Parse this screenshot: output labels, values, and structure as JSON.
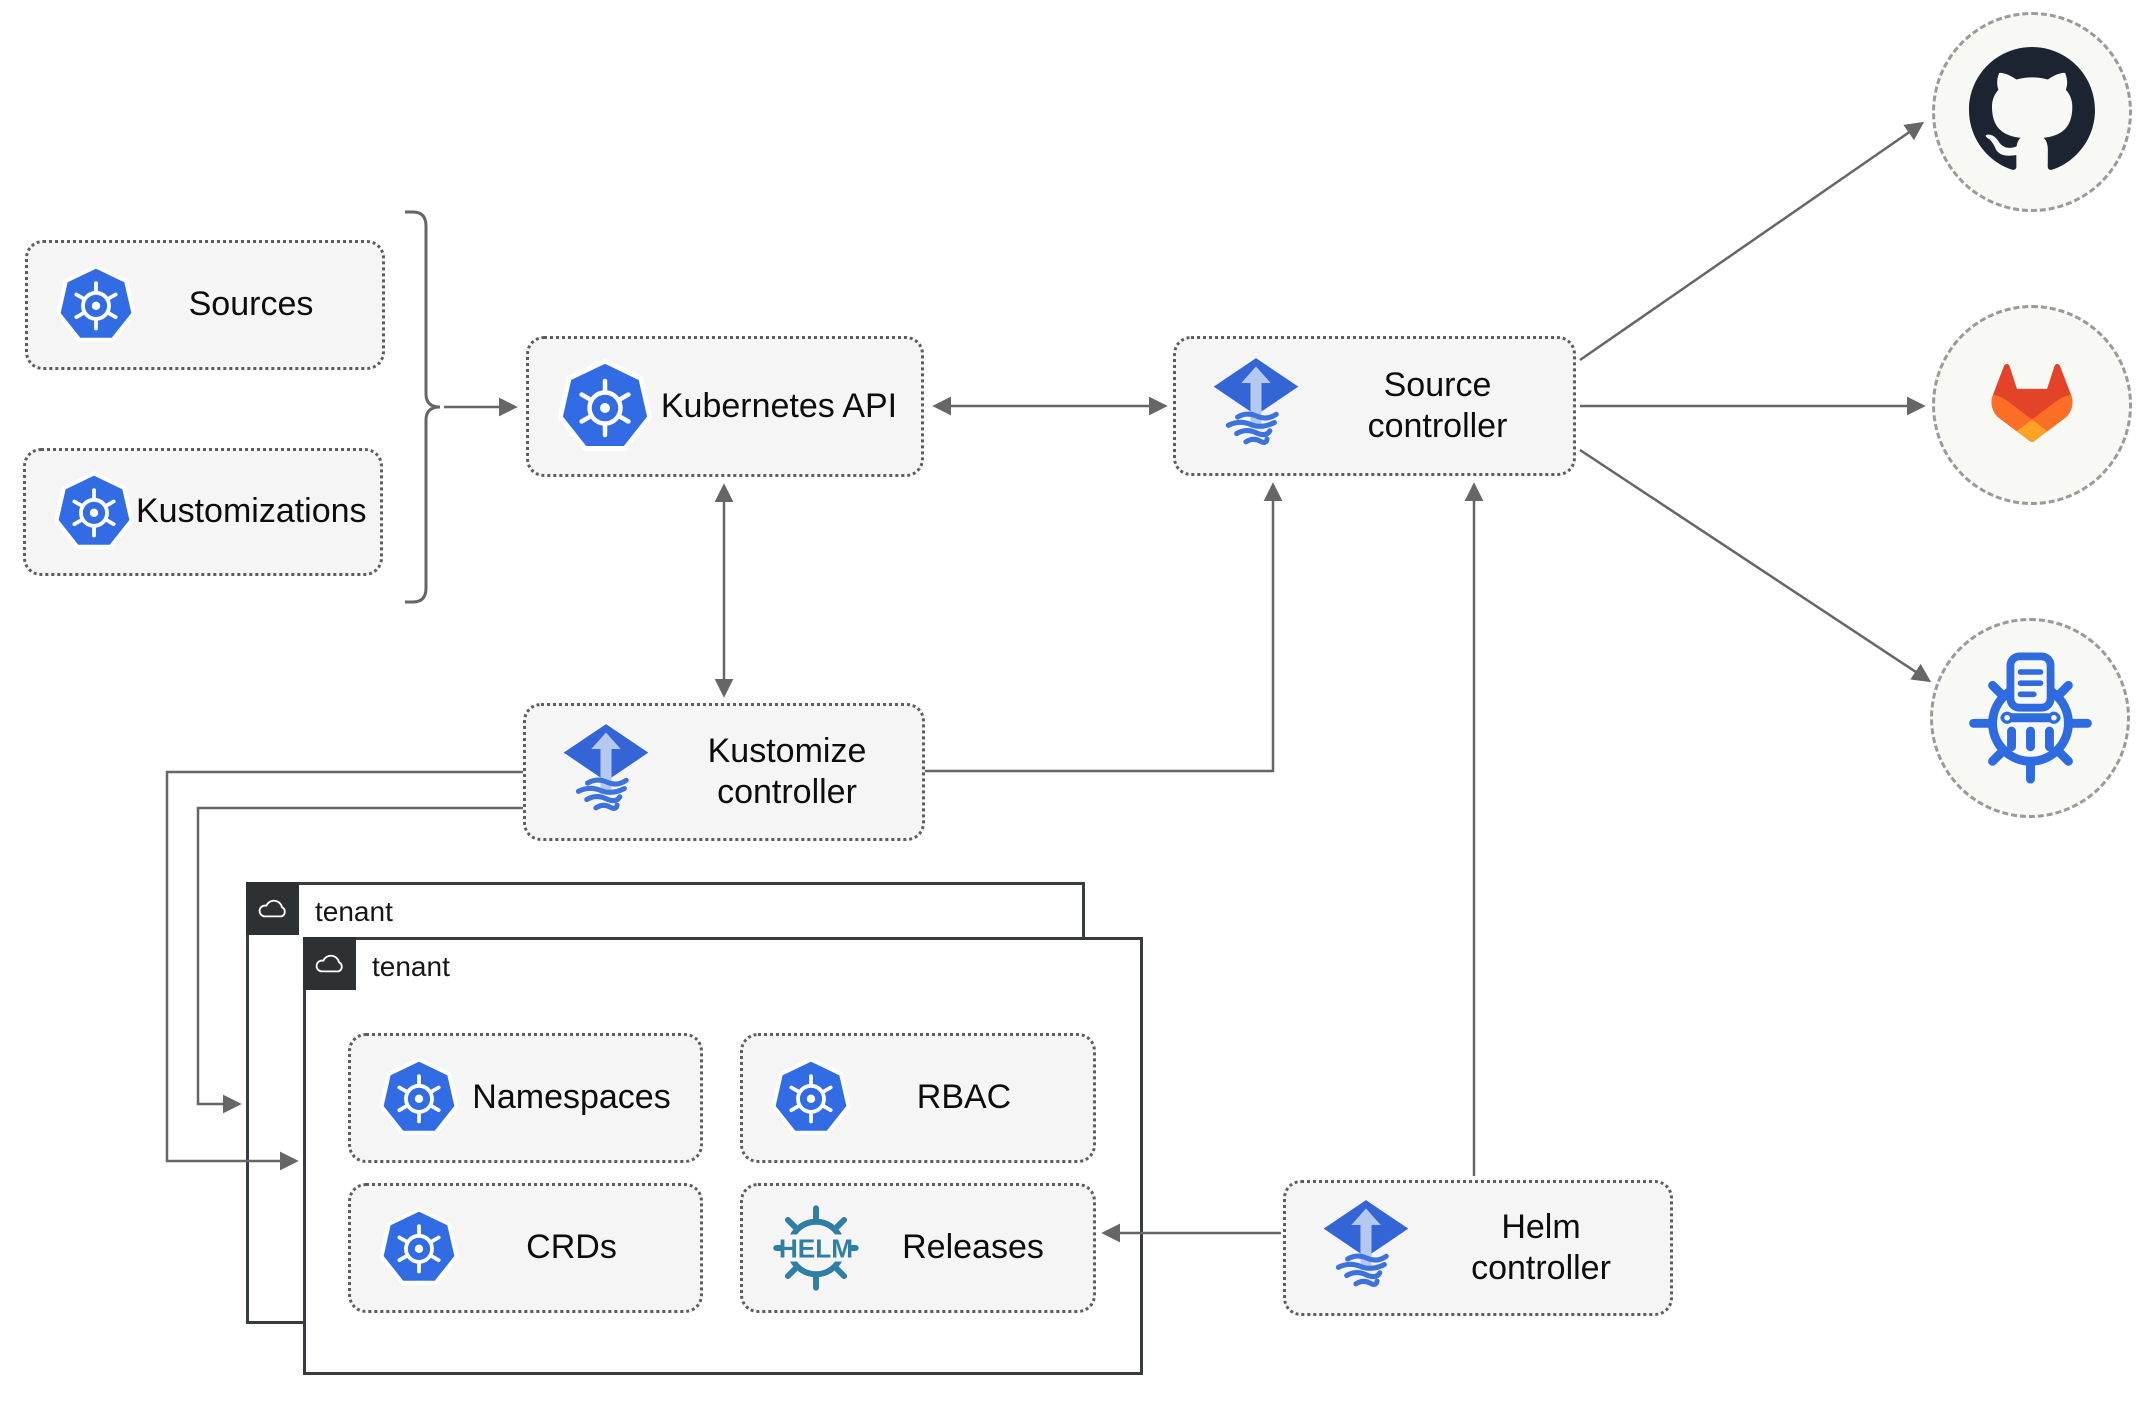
{
  "colors": {
    "kubernetes_blue": "#326ce5",
    "flux_blue": "#3365d6",
    "flux_arrow_light": "#b5c8ef",
    "helm_teal": "#2e7ea6",
    "chartmuseum_blue": "#2f6be0",
    "github_dark": "#1c2431",
    "gitlab_red": "#e24329",
    "gitlab_orange": "#fc6d26",
    "gitlab_yellow": "#fca326",
    "arrow_gray": "#666666",
    "node_fill": "#f5f5f5",
    "tenant_badge_bg": "#2d3134"
  },
  "crd_group": {
    "items": [
      {
        "label": "Sources"
      },
      {
        "label": "Kustomizations"
      }
    ]
  },
  "nodes": {
    "kubernetes_api": {
      "label": "Kubernetes API"
    },
    "source_controller": {
      "label": "Source controller"
    },
    "kustomize_controller": {
      "label": "Kustomize controller"
    },
    "helm_controller": {
      "label": "Helm controller"
    }
  },
  "tenants": {
    "back": {
      "label": "tenant"
    },
    "front": {
      "label": "tenant"
    }
  },
  "tenant_resources": [
    {
      "label": "Namespaces",
      "icon": "kubernetes"
    },
    {
      "label": "RBAC",
      "icon": "kubernetes"
    },
    {
      "label": "CRDs",
      "icon": "kubernetes"
    },
    {
      "label": "Releases",
      "icon": "helm"
    }
  ],
  "helm_logo_text": "HELM",
  "remotes": [
    {
      "name": "GitHub",
      "icon": "github-icon"
    },
    {
      "name": "GitLab",
      "icon": "gitlab-icon"
    },
    {
      "name": "ChartMuseum",
      "icon": "chartmuseum-icon"
    }
  ]
}
